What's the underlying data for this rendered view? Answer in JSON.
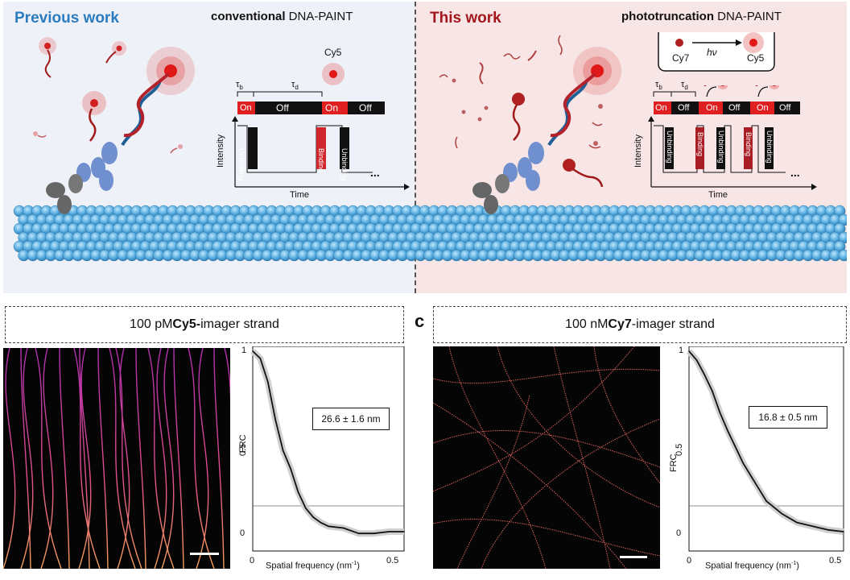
{
  "top": {
    "previous_label": "Previous work",
    "this_label": "This work",
    "conventional_bold": "conventional",
    "conventional_rest": " DNA-PAINT",
    "photo_bold": "phototruncation",
    "photo_rest": " DNA-PAINT",
    "cy5": "Cy5",
    "cy7": "Cy7",
    "hv": "hν",
    "tau_b": "τ",
    "tau_b_sub": "b",
    "tau_d": "τ",
    "tau_d_sub": "d",
    "on": "On",
    "off": "Off",
    "unbinding": "Unbinding",
    "binding": "Binding",
    "intensity": "Intensity",
    "time": "Time",
    "ellipsis": "...",
    "colors": {
      "blue_title": "#2b7bbf",
      "red_title": "#a3161c",
      "on_red": "#e02020",
      "binding_red": "#c2262b"
    }
  },
  "bottom": {
    "left_title_pre": "100 pM ",
    "left_title_bold": "Cy5-",
    "left_title_post": "imager strand",
    "right_title_pre": "100 nM ",
    "right_title_bold": "Cy7",
    "right_title_post": "-imager strand",
    "panel_label_c": "c",
    "frc_ylabel": "FRC",
    "frc_xlabel": "Spatial frequency (nm",
    "frc_xlabel_sup": "-1",
    "frc_xlabel_end": ")",
    "left_resolution": "26.6 ± 1.6 nm",
    "right_resolution": "16.8 ± 0.5 nm",
    "y_ticks": [
      "1",
      "0.5",
      "0"
    ],
    "x_ticks": [
      "0",
      "0.5"
    ]
  },
  "chart_data": [
    {
      "type": "line",
      "ylabel": "FRC",
      "xlabel": "Spatial frequency (nm-1)",
      "xlim": [
        0,
        0.5
      ],
      "ylim": [
        0,
        1
      ],
      "threshold": 0.143,
      "annotation": "26.6 ± 1.6 nm",
      "x": [
        0,
        0.025,
        0.05,
        0.075,
        0.1,
        0.125,
        0.15,
        0.175,
        0.2,
        0.225,
        0.25,
        0.3,
        0.35,
        0.4,
        0.45,
        0.5
      ],
      "y": [
        1.0,
        0.96,
        0.83,
        0.62,
        0.45,
        0.35,
        0.22,
        0.13,
        0.08,
        0.05,
        0.03,
        0.02,
        -0.01,
        -0.01,
        0.0,
        0.0
      ]
    },
    {
      "type": "line",
      "ylabel": "FRC",
      "xlabel": "Spatial frequency (nm-1)",
      "xlim": [
        0,
        0.5
      ],
      "ylim": [
        0,
        1
      ],
      "threshold": 0.143,
      "annotation": "16.8 ± 0.5 nm",
      "x": [
        0,
        0.025,
        0.05,
        0.075,
        0.1,
        0.125,
        0.15,
        0.175,
        0.2,
        0.225,
        0.25,
        0.3,
        0.35,
        0.4,
        0.45,
        0.5
      ],
      "y": [
        1.0,
        0.95,
        0.87,
        0.78,
        0.66,
        0.56,
        0.47,
        0.38,
        0.31,
        0.24,
        0.17,
        0.1,
        0.05,
        0.03,
        0.01,
        0.0
      ]
    }
  ]
}
